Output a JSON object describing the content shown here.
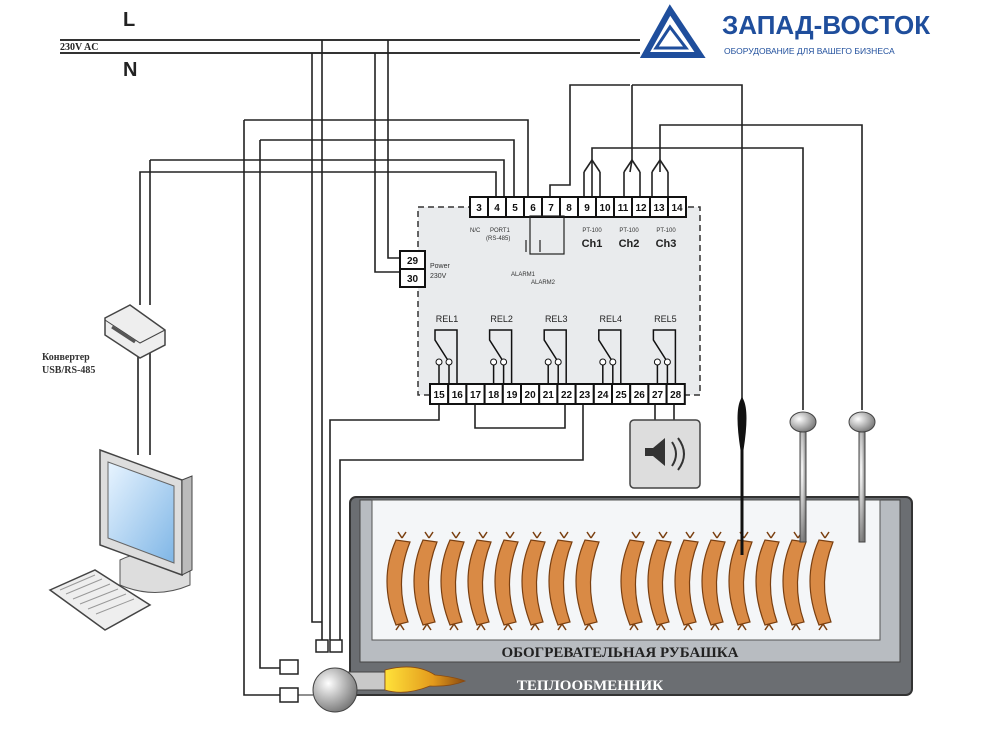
{
  "power": {
    "line_l": "L",
    "line_n": "N",
    "voltage": "230V AC"
  },
  "logo": {
    "title": "ЗАПАД-ВОСТОК",
    "subtitle": "ОБОРУДОВАНИЕ ДЛЯ ВАШЕГО БИЗНЕСА",
    "color": "#1f4e9c"
  },
  "controller": {
    "top_terminals": [
      "3",
      "4",
      "5",
      "6",
      "7",
      "8",
      "9",
      "10",
      "11",
      "12",
      "13",
      "14"
    ],
    "power_terminals": [
      "29",
      "30"
    ],
    "power_label": "Power",
    "power_voltage": "230V",
    "nc_label": "N/C",
    "port_label": "PORT1",
    "port_sub": "(RS-485)",
    "alarm1": "ALARM1",
    "alarm2": "ALARM2",
    "channels": [
      {
        "sensor": "PT-100",
        "name": "Ch1"
      },
      {
        "sensor": "PT-100",
        "name": "Ch2"
      },
      {
        "sensor": "PT-100",
        "name": "Ch3"
      }
    ],
    "relays": [
      "REL1",
      "REL2",
      "REL3",
      "REL4",
      "REL5"
    ],
    "bottom_terminals": [
      "15",
      "16",
      "17",
      "18",
      "19",
      "20",
      "21",
      "22",
      "23",
      "24",
      "25",
      "26",
      "27",
      "28"
    ]
  },
  "converter": {
    "label_line1": "Конвертер",
    "label_line2": "USB/RS-485"
  },
  "tank": {
    "jacket_label": "ОБОГРЕВАТЕЛЬНАЯ РУБАШКА",
    "exchanger_label": "ТЕПЛООБМЕННИК"
  }
}
